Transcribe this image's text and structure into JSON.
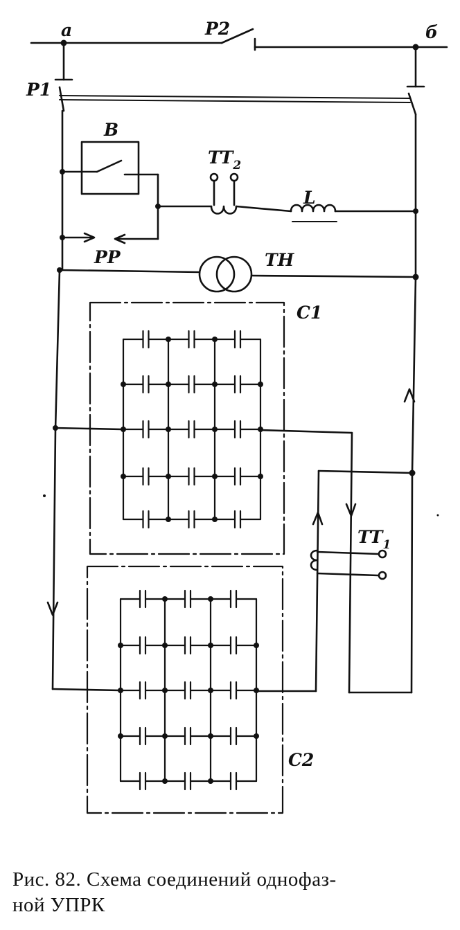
{
  "labels": {
    "node_a": "a",
    "node_b": "б",
    "switch_p1": "P1",
    "switch_p2": "P2",
    "breaker_v": "B",
    "ct2": "TT",
    "ct2_sub": "2",
    "inductor": "L",
    "arrester": "PP",
    "vt": "TH",
    "bank_c1": "C1",
    "bank_c2": "C2",
    "ct1": "TT",
    "ct1_sub": "1"
  },
  "caption": {
    "line1": "Рис. 82. Схема соединений однофаз-",
    "line2": "ной УПРК"
  }
}
